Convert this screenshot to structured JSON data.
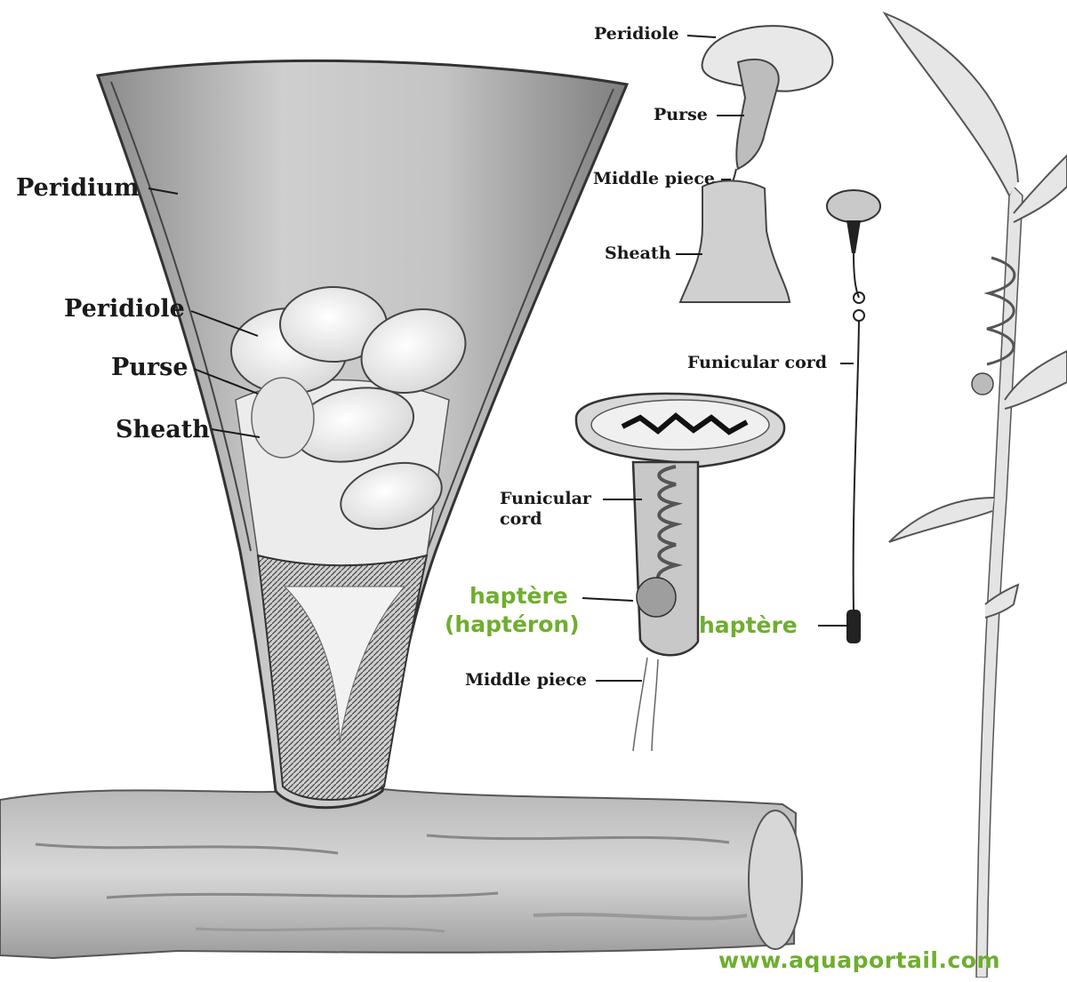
{
  "labels": {
    "peridium": "Peridium",
    "peridiole_main": "Peridiole",
    "purse_main": "Purse",
    "sheath_main": "Sheath",
    "peridiole_top": "Peridiole",
    "purse_top": "Purse",
    "middle_piece_top": "Middle piece",
    "sheath_top": "Sheath",
    "funicular_cord_right": "Funicular cord",
    "funicular_cord_section": "Funicular\ncord",
    "middle_piece_bottom": "Middle piece"
  },
  "annotations": {
    "haptere_section_line1": "haptère",
    "haptere_section_line2": "(haptéron)",
    "haptere_right": "haptère"
  },
  "watermark": "www.aquaportail.com",
  "colors": {
    "ink": "#1a1a1a",
    "accent_green": "#6fae2e",
    "shade": "#9a9a9a"
  }
}
